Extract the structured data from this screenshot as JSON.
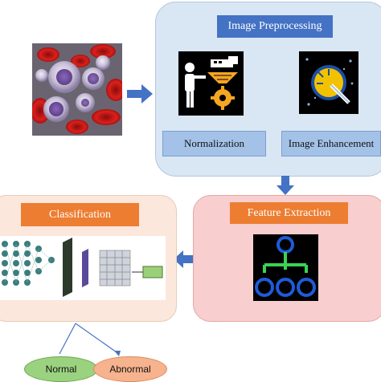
{
  "preprocessing": {
    "title": "Image Preprocessing",
    "steps": [
      {
        "label": "Normalization",
        "icon": "normalization-icon"
      },
      {
        "label": "Image Enhancement",
        "icon": "image-enhancement-icon"
      }
    ]
  },
  "feature_extraction": {
    "title": "Feature Extraction",
    "icon": "hierarchy-icon"
  },
  "classification": {
    "title": "Classification",
    "network": "cnn-architecture-diagram"
  },
  "outputs": [
    {
      "label": "Normal"
    },
    {
      "label": "Abnormal"
    }
  ],
  "colors": {
    "preprocessing_panel": "#d9e6f4",
    "preprocessing_title": "#4472c4",
    "step_label": "#a4c2e8",
    "feature_panel": "#f8cece",
    "orange_title": "#ed7d31",
    "classification_panel": "#fbe7dc",
    "arrow": "#4472c4",
    "normal": "#9bd27f",
    "abnormal": "#f6b38e"
  }
}
